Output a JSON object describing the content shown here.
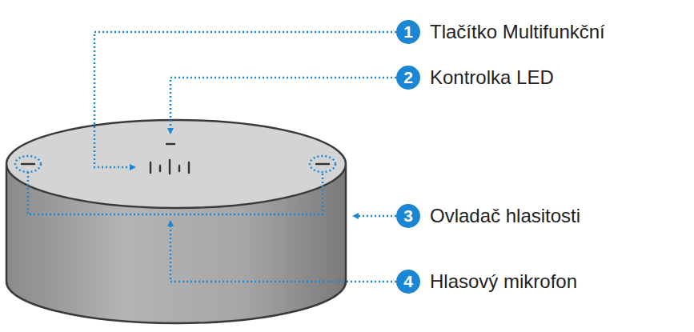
{
  "diagram": {
    "labels": [
      "1",
      "Tlačítko Multifunkční",
      "2",
      "Kontrolka LED",
      "3",
      "Ovladač hlasitosti",
      "4",
      "Hlasový mikrofon"
    ]
  }
}
